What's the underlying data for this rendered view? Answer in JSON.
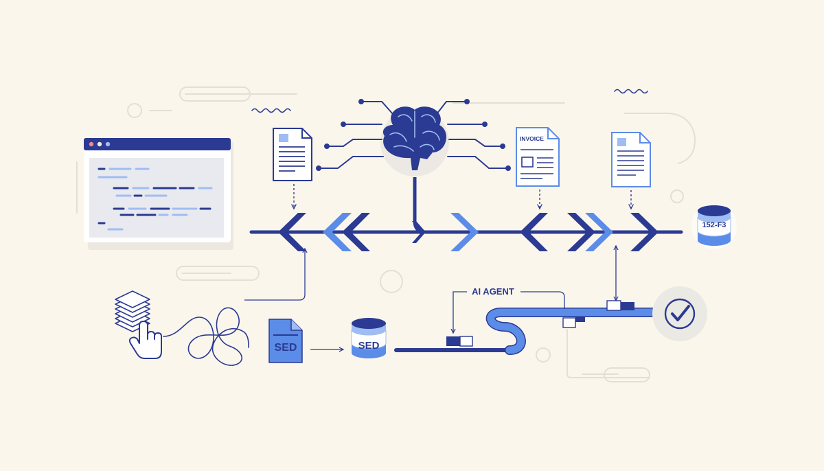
{
  "colors": {
    "background": "#fbf6ec",
    "navy": "#2b3a92",
    "blue": "#5b8ce8",
    "light_blue": "#9fbdf2",
    "pale": "#dfe7f7",
    "faint": "#e4dfd6",
    "disk": "#ece9e4"
  },
  "labels": {
    "invoice": "INVOICE",
    "database_right": "152-F3",
    "sed_document": "SED",
    "sed_database": "SED",
    "ai_agent": "AI AGENT"
  },
  "icons": [
    "browser-window-icon",
    "document-icon",
    "brain-icon",
    "invoice-document-icon",
    "database-icon",
    "layers-stack-icon",
    "hand-pointer-icon",
    "checkmark-icon"
  ]
}
